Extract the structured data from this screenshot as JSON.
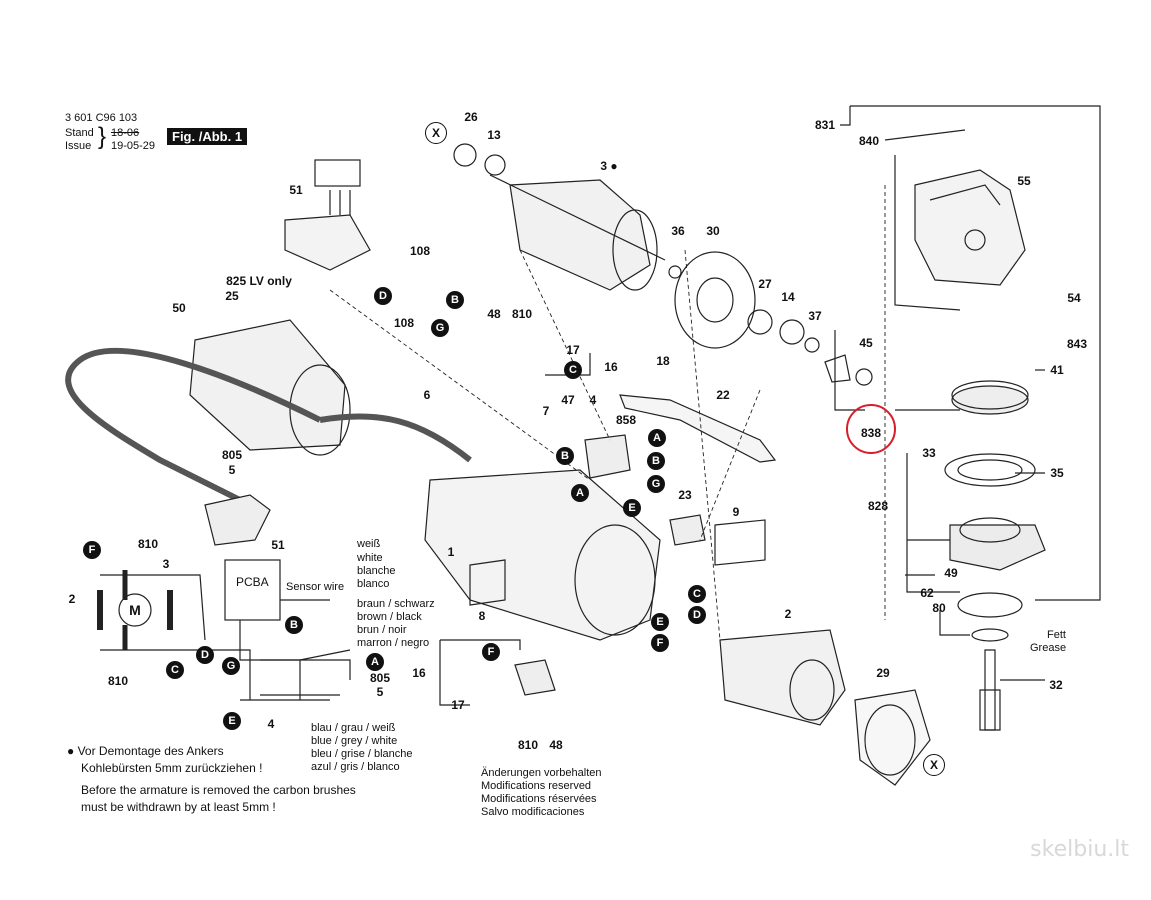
{
  "header": {
    "doc_number": "3 601 C96 103",
    "stand_label": "Stand",
    "issue_label": "Issue",
    "old_date": "18-06",
    "new_date": "19-05-29",
    "fig_label": "Fig. /Abb. 1"
  },
  "parts": [
    {
      "id": "p26",
      "text": "26"
    },
    {
      "id": "p13",
      "text": "13"
    },
    {
      "id": "p3",
      "text": "3 ●"
    },
    {
      "id": "p36",
      "text": "36"
    },
    {
      "id": "p30",
      "text": "30"
    },
    {
      "id": "p27",
      "text": "27"
    },
    {
      "id": "p14",
      "text": "14"
    },
    {
      "id": "p37",
      "text": "37"
    },
    {
      "id": "p45",
      "text": "45"
    },
    {
      "id": "p838",
      "text": "838"
    },
    {
      "id": "p831",
      "text": "831"
    },
    {
      "id": "p840",
      "text": "840"
    },
    {
      "id": "p55",
      "text": "55"
    },
    {
      "id": "p54",
      "text": "54"
    },
    {
      "id": "p843",
      "text": "843"
    },
    {
      "id": "p41",
      "text": "41"
    },
    {
      "id": "p33",
      "text": "33"
    },
    {
      "id": "p35",
      "text": "35"
    },
    {
      "id": "p828",
      "text": "828"
    },
    {
      "id": "p49",
      "text": "49"
    },
    {
      "id": "p62",
      "text": "62"
    },
    {
      "id": "p80",
      "text": "80"
    },
    {
      "id": "p32",
      "text": "32"
    },
    {
      "id": "p29",
      "text": "29"
    },
    {
      "id": "p2b",
      "text": "2"
    },
    {
      "id": "p9",
      "text": "9"
    },
    {
      "id": "p23",
      "text": "23"
    },
    {
      "id": "p22",
      "text": "22"
    },
    {
      "id": "p18",
      "text": "18"
    },
    {
      "id": "p810a",
      "text": "810"
    },
    {
      "id": "p48a",
      "text": "48"
    },
    {
      "id": "p17a",
      "text": "17"
    },
    {
      "id": "p16a",
      "text": "16"
    },
    {
      "id": "p7",
      "text": "7"
    },
    {
      "id": "p47",
      "text": "47"
    },
    {
      "id": "p4a",
      "text": "4"
    },
    {
      "id": "p858",
      "text": "858"
    },
    {
      "id": "p51a",
      "text": "51"
    },
    {
      "id": "p108a",
      "text": "108"
    },
    {
      "id": "p108b",
      "text": "108"
    },
    {
      "id": "p825",
      "text": "825  LV only"
    },
    {
      "id": "p25",
      "text": "25"
    },
    {
      "id": "p50",
      "text": "50"
    },
    {
      "id": "p6",
      "text": "6"
    },
    {
      "id": "p805a",
      "text": "805"
    },
    {
      "id": "p5a",
      "text": "5"
    },
    {
      "id": "p1",
      "text": "1"
    },
    {
      "id": "p8",
      "text": "8"
    },
    {
      "id": "p16b",
      "text": "16"
    },
    {
      "id": "p17b",
      "text": "17"
    },
    {
      "id": "p810b",
      "text": "810"
    },
    {
      "id": "p48b",
      "text": "48"
    },
    {
      "id": "p810c",
      "text": "810"
    },
    {
      "id": "p3b",
      "text": "3"
    },
    {
      "id": "p2a",
      "text": "2"
    },
    {
      "id": "p810d",
      "text": "810"
    },
    {
      "id": "p51b",
      "text": "51"
    },
    {
      "id": "p805b",
      "text": "805"
    },
    {
      "id": "p5b",
      "text": "5"
    },
    {
      "id": "p4b",
      "text": "4"
    }
  ],
  "badges": [
    {
      "id": "b1",
      "text": "D"
    },
    {
      "id": "b2",
      "text": "B"
    },
    {
      "id": "b3",
      "text": "G"
    },
    {
      "id": "b4",
      "text": "C"
    },
    {
      "id": "b5",
      "text": "A"
    },
    {
      "id": "b6",
      "text": "B"
    },
    {
      "id": "b7",
      "text": "B"
    },
    {
      "id": "b8",
      "text": "G"
    },
    {
      "id": "b9",
      "text": "E"
    },
    {
      "id": "b10",
      "text": "A"
    },
    {
      "id": "b11",
      "text": "C"
    },
    {
      "id": "b12",
      "text": "D"
    },
    {
      "id": "b13",
      "text": "E"
    },
    {
      "id": "b14",
      "text": "F"
    },
    {
      "id": "b15",
      "text": "F"
    },
    {
      "id": "b16",
      "text": "F"
    },
    {
      "id": "b17",
      "text": "C"
    },
    {
      "id": "b18",
      "text": "D"
    },
    {
      "id": "b19",
      "text": "G"
    },
    {
      "id": "b20",
      "text": "B"
    },
    {
      "id": "b21",
      "text": "A"
    },
    {
      "id": "b22",
      "text": "E"
    }
  ],
  "x_marks": [
    {
      "id": "x1",
      "text": "X"
    },
    {
      "id": "x2",
      "text": "X"
    }
  ],
  "wiring": {
    "motor_symbol": "M",
    "pcba": "PCBA",
    "sensor_wire": "Sensor wire",
    "color_groups": [
      [
        "weiß",
        "white",
        "blanche",
        "blanco"
      ],
      [
        "braun  / schwarz",
        "brown  / black",
        "brun    / noir",
        "marron / negro"
      ],
      [
        "blau / grau / weiß",
        "blue / grey / white",
        "bleu / grise / blanche",
        "azul / gris   / blanco"
      ]
    ]
  },
  "notes": {
    "de": [
      "● Vor Demontage des Ankers",
      "Kohlebürsten 5mm zurückziehen !"
    ],
    "en": [
      "Before the armature is removed the carbon brushes",
      "must be withdrawn by at least 5mm !"
    ],
    "mods": [
      "Änderungen vorbehalten",
      "Modifications reserved",
      "Modifications réservées",
      "Salvo modificaciones"
    ]
  },
  "grease_label": [
    "Fett",
    "Grease"
  ],
  "watermark": "skelbiu.lt",
  "colors": {
    "ink": "#111111",
    "highlight": "#d81e2c"
  }
}
